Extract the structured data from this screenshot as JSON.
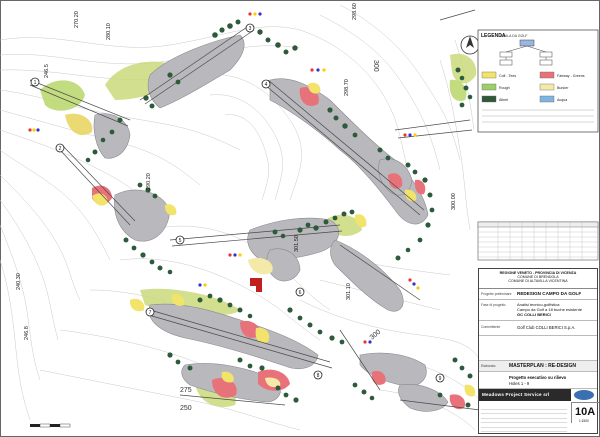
{
  "elevations": [
    {
      "text": "270.20"
    },
    {
      "text": "280.10"
    },
    {
      "text": "246.5"
    },
    {
      "text": "298.60"
    },
    {
      "text": "300"
    },
    {
      "text": "298.70"
    },
    {
      "text": "301.50"
    },
    {
      "text": "290.20"
    },
    {
      "text": "300.00"
    },
    {
      "text": "301.10"
    },
    {
      "text": "300"
    },
    {
      "text": "240.30"
    },
    {
      "text": "246.8"
    },
    {
      "text": "275"
    },
    {
      "text": "250"
    }
  ],
  "holes": [
    "1",
    "2",
    "3",
    "4",
    "5",
    "6",
    "7",
    "8",
    "9"
  ],
  "legend": {
    "title": "LEGENDA",
    "subtitle": "SCALA DA GOLF",
    "items": [
      {
        "label": "Colf - Tees",
        "color": "#f2e36a"
      },
      {
        "label": "Fairway - Greens",
        "color": "#e8727a"
      },
      {
        "label": "Rough",
        "color": "#9ccf6a"
      },
      {
        "label": "Bunker",
        "color": "#f4e9a8"
      },
      {
        "label": "Alberi",
        "color": "#2f5a3a"
      },
      {
        "label": "Acqua",
        "color": "#7fb3e0"
      }
    ]
  },
  "title_block": {
    "region_line1": "REGIONE VENETO - PROVINCIA DI VICENZA",
    "region_line2": "COMUNE DI BRENDOLA",
    "region_line3": "COMUNE DI ALTAVILLA VICENTINA",
    "project_label": "Progetto preliminare",
    "project_title": "REDESIGN CAMPO DA GOLF",
    "analysis_label": "Fase di progetto",
    "analysis_line1": "Analisi tecnico-golfistica",
    "analysis_line2": "Campo da Golf a 18 buche esistente",
    "analysis_line3": "GC COLLI BERICI",
    "client_label": "Committente",
    "client": "Golf Club COLLI BERICI S.p.A.",
    "drawing_label": "Elaborato",
    "drawing_title": "MASTERPLAN : RE-DESIGN",
    "phase_line1": "Progetto esecutivo su rilievo",
    "phase_line2": "Holes 1 - 9",
    "firm": "Meadows Project Service srl",
    "sheet_number": "10A",
    "scale": "1:1500"
  }
}
